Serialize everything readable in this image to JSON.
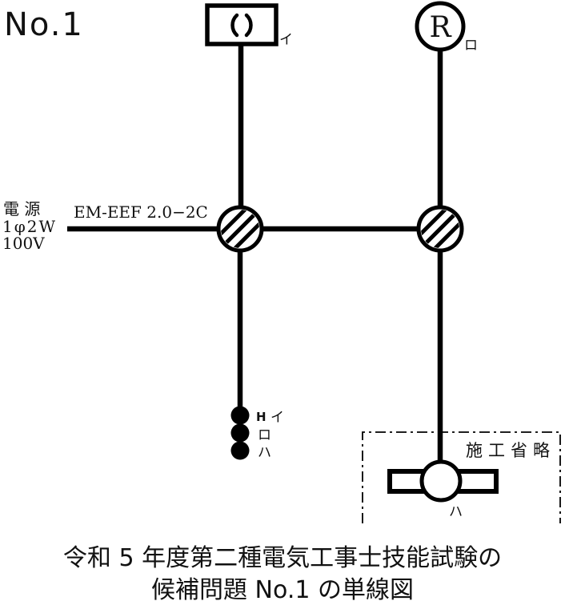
{
  "title": {
    "page_number": "No.1",
    "color": "#3C3C3C"
  },
  "power_source": {
    "line1": "電 源",
    "line2": "1φ2W",
    "line3": "100V"
  },
  "cable": {
    "label": "EM-EEF 2.0−2C"
  },
  "devices": {
    "ceiling_rosette": {
      "label": "イ"
    },
    "lamp_receptacle": {
      "symbol": "R",
      "label": "ロ"
    },
    "switches": {
      "indicator_mark": "H",
      "label_1": "イ",
      "label_2": "ロ",
      "label_3": "ハ"
    },
    "fluorescent_light": {
      "label": "ハ"
    },
    "omitted_section": {
      "label": "施工省略"
    }
  },
  "caption": {
    "line1": "令和 5 年度第二種電気工事士技能試験の",
    "line2": "候補問題 No.1 の単線図",
    "color": "#4468D6"
  },
  "colors": {
    "line": "#000000"
  }
}
